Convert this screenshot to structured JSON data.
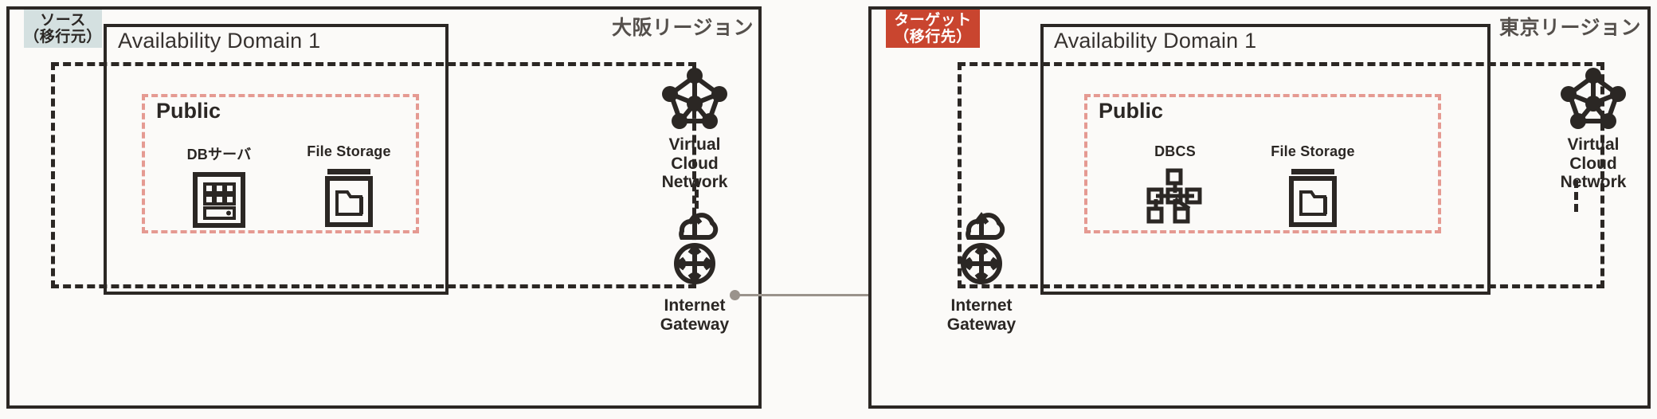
{
  "diagram": {
    "title": "OCI Region Migration Architecture",
    "colors": {
      "background": "#fbfaf8",
      "ink": "#2b2724",
      "region_name": "#55504c",
      "subnet_dash": "#e59a92",
      "source_tag_bg": "#d4e0e0",
      "target_tag_bg": "#c9452f",
      "connector": "#9a938c"
    }
  },
  "left_region": {
    "tag_line1": "ソース",
    "tag_line2": "（移行元）",
    "region_name": "大阪リージョン",
    "ad_label": "Availability Domain 1",
    "subnet_label": "Public",
    "resources": [
      {
        "label": "DBサーバ",
        "icon": "db-server-icon"
      },
      {
        "label": "File Storage",
        "icon": "file-storage-icon"
      }
    ],
    "vcn": {
      "label_line1": "Virtual",
      "label_line2": "Cloud",
      "label_line3": "Network",
      "icon": "virtual-cloud-network-icon"
    },
    "gateway": {
      "label_line1": "Internet",
      "label_line2": "Gateway",
      "icon": "internet-gateway-icon"
    }
  },
  "right_region": {
    "tag_line1": "ターゲット",
    "tag_line2": "（移行先）",
    "region_name": "東京リージョン",
    "ad_label": "Availability Domain 1",
    "subnet_label": "Public",
    "resources": [
      {
        "label": "DBCS",
        "icon": "dbcs-cluster-icon"
      },
      {
        "label": "File Storage",
        "icon": "file-storage-icon"
      }
    ],
    "vcn": {
      "label_line1": "Virtual",
      "label_line2": "Cloud",
      "label_line3": "Network",
      "icon": "virtual-cloud-network-icon"
    },
    "gateway": {
      "label_line1": "Internet",
      "label_line2": "Gateway",
      "icon": "internet-gateway-icon"
    }
  },
  "connection": {
    "label": "",
    "from": "大阪リージョン Internet Gateway",
    "to": "東京リージョン Internet Gateway"
  }
}
